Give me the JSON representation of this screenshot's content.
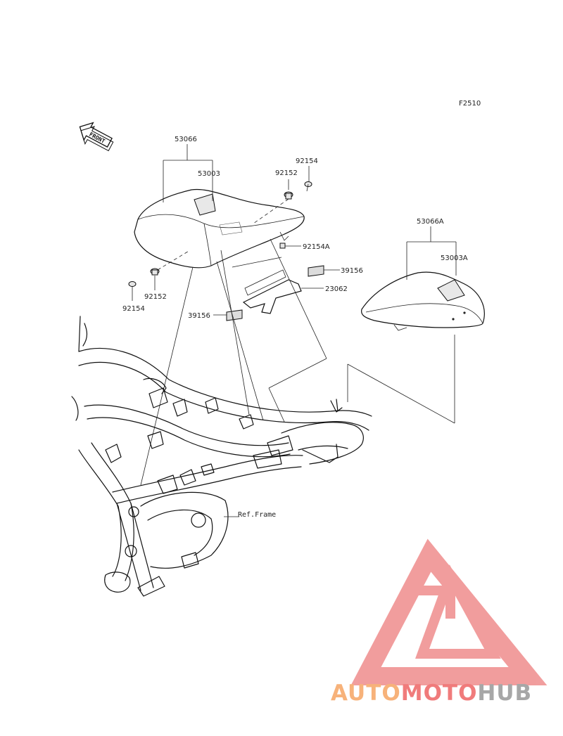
{
  "figure_code": "F2510",
  "front_arrow": {
    "label": "FRONT",
    "icon": "front-arrow-icon"
  },
  "parts": {
    "seat_assy": "53066",
    "seat_cover": "53003",
    "seat_cowl_assy": "53066A",
    "seat_cowl_cover": "53003A",
    "bolt_right": "92154",
    "collar_right": "92152",
    "bolt_small": "92154A",
    "damper_right": "39156",
    "bracket": "23062",
    "damper_left": "39156",
    "collar_left": "92152",
    "bolt_left": "92154"
  },
  "reference": "Ref.Frame",
  "watermark": {
    "part1": "AUTO",
    "part2": "MOTO",
    "part3": "HUB",
    "logo": "triangle-mg-logo",
    "colors": {
      "orange": "#f7b27a",
      "red": "#f07b7b",
      "grey": "#a7a7a7"
    }
  }
}
